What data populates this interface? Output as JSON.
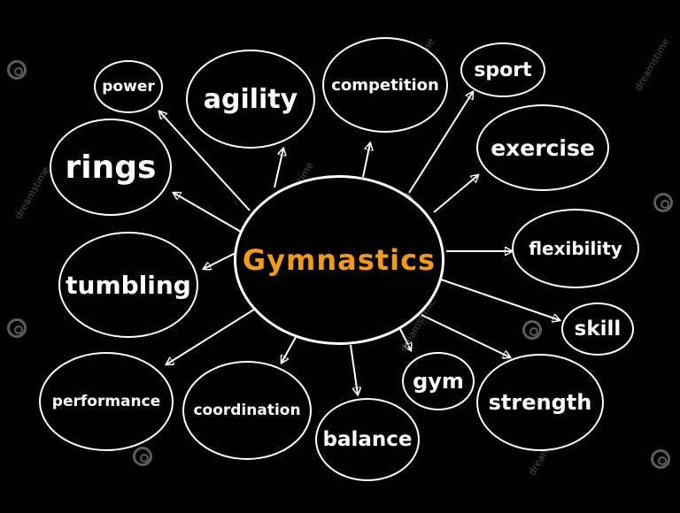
{
  "diagram": {
    "center": {
      "label": "Gymnastics",
      "color": "#f39c12"
    },
    "nodes": [
      {
        "id": "power",
        "label": "power"
      },
      {
        "id": "agility",
        "label": "agility"
      },
      {
        "id": "competition",
        "label": "competition"
      },
      {
        "id": "sport",
        "label": "sport"
      },
      {
        "id": "exercise",
        "label": "exercise"
      },
      {
        "id": "rings",
        "label": "rings"
      },
      {
        "id": "flexibility",
        "label": "flexibility"
      },
      {
        "id": "tumbling",
        "label": "tumbling"
      },
      {
        "id": "skill",
        "label": "skill"
      },
      {
        "id": "performance",
        "label": "performance"
      },
      {
        "id": "coordination",
        "label": "coordination"
      },
      {
        "id": "gym",
        "label": "gym"
      },
      {
        "id": "strength",
        "label": "strength"
      },
      {
        "id": "balance",
        "label": "balance"
      }
    ],
    "watermark": "dreamstime"
  },
  "colors": {
    "background": "#000000",
    "line": "#ffffff",
    "accent": "#f39c12"
  }
}
